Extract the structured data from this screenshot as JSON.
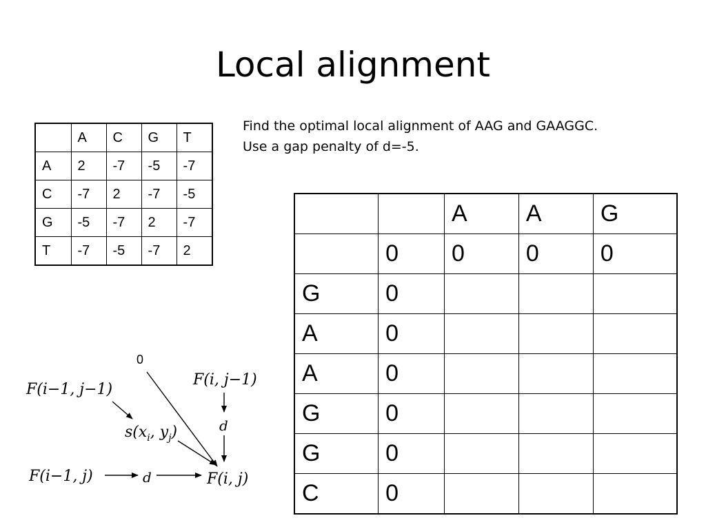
{
  "slide": {
    "title": "Local alignment",
    "instructions": [
      "Find the optimal local alignment of AAG and GAAGGC.",
      "Use a gap penalty of d=-5."
    ]
  },
  "score_matrix": {
    "header": [
      "",
      "A",
      "C",
      "G",
      "T"
    ],
    "rows": [
      [
        "A",
        "2",
        "-7",
        "-5",
        "-7"
      ],
      [
        "C",
        "-7",
        "2",
        "-7",
        "-5"
      ],
      [
        "G",
        "-5",
        "-7",
        "2",
        "-7"
      ],
      [
        "T",
        "-7",
        "-5",
        "-7",
        "2"
      ]
    ]
  },
  "dp_matrix": {
    "rows": [
      [
        "",
        "",
        "A",
        "A",
        "G"
      ],
      [
        "",
        "0",
        "0",
        "0",
        "0"
      ],
      [
        "G",
        "0",
        "",
        "",
        ""
      ],
      [
        "A",
        "0",
        "",
        "",
        ""
      ],
      [
        "A",
        "0",
        "",
        "",
        ""
      ],
      [
        "G",
        "0",
        "",
        "",
        ""
      ],
      [
        "G",
        "0",
        "",
        "",
        ""
      ],
      [
        "C",
        "0",
        "",
        "",
        ""
      ]
    ]
  },
  "recurrence_diagram": {
    "zero": "0",
    "diag": "F(i−1, j−1)",
    "up": "F(i, j−1)",
    "left": "F(i−1, j)",
    "sub": "s(x",
    "sub_i": "i",
    "sub_y": ", y",
    "sub_j": "j",
    "sub_close": ")",
    "gap_up": "d",
    "gap_left": "d",
    "target": "F(i, j)"
  }
}
